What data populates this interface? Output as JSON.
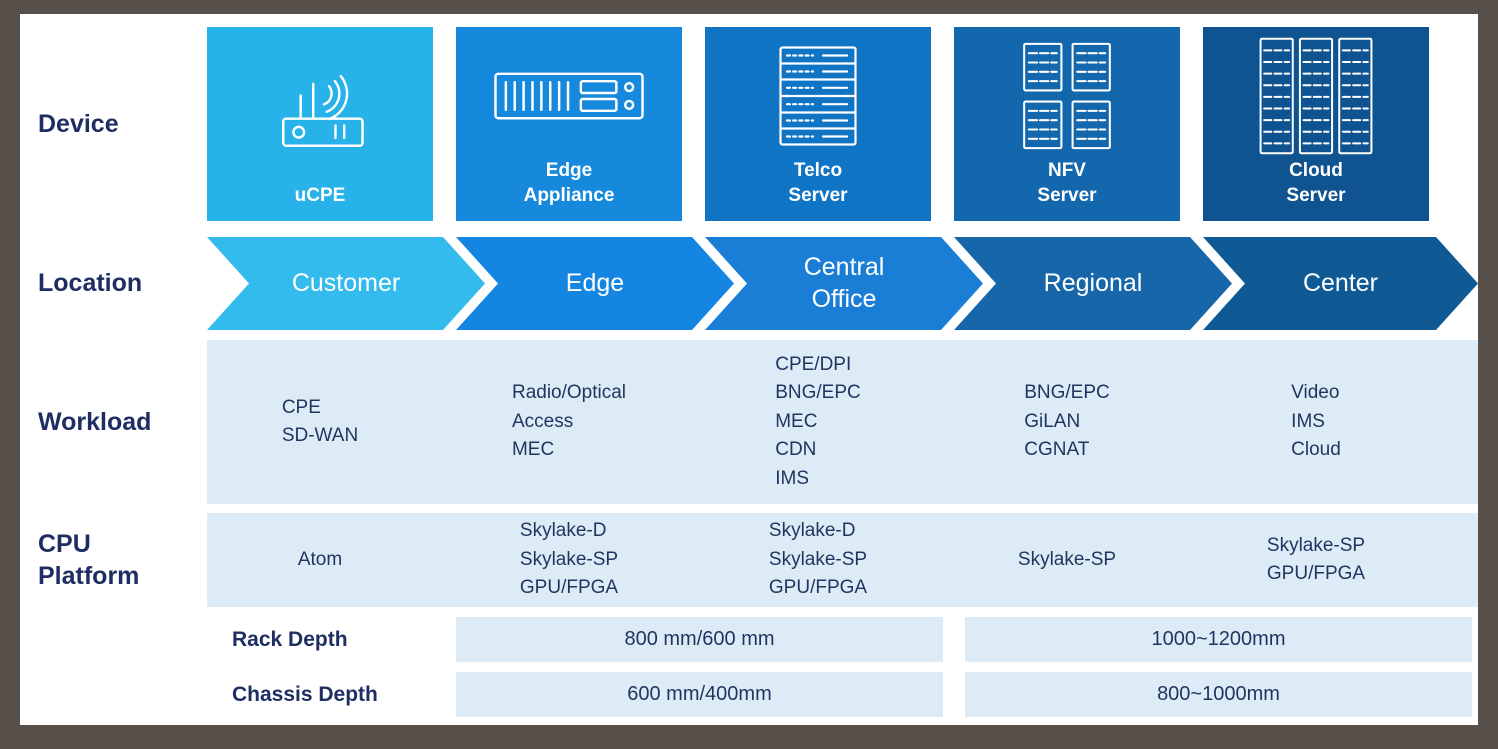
{
  "row_labels": {
    "device": "Device",
    "location": "Location",
    "workload": "Workload",
    "cpu": "CPU\nPlatform",
    "rack": "Rack Depth",
    "chassis": "Chassis Depth"
  },
  "devices": [
    {
      "label": "uCPE",
      "icon": "wifi-router-icon",
      "color": "#27b2e9"
    },
    {
      "label": "Edge\nAppliance",
      "icon": "edge-appliance-icon",
      "color": "#1689dd"
    },
    {
      "label": "Telco\nServer",
      "icon": "telco-server-icon",
      "color": "#0f74c4"
    },
    {
      "label": "NFV\nServer",
      "icon": "nfv-server-icon",
      "color": "#1367ad"
    },
    {
      "label": "Cloud\nServer",
      "icon": "cloud-server-icon",
      "color": "#0f5490"
    }
  ],
  "locations": [
    {
      "label": "Customer",
      "color": "#33bbee"
    },
    {
      "label": "Edge",
      "color": "#1585e2"
    },
    {
      "label": "Central\nOffice",
      "color": "#1a7ed6"
    },
    {
      "label": "Regional",
      "color": "#1766a9"
    },
    {
      "label": "Center",
      "color": "#0f5a94"
    }
  ],
  "workloads": [
    "CPE\nSD-WAN",
    "Radio/Optical\nAccess\nMEC",
    "CPE/DPI\nBNG/EPC\nMEC\nCDN\nIMS",
    "BNG/EPC\nGiLAN\nCGNAT",
    "Video\nIMS\nCloud"
  ],
  "cpu_platforms": [
    "Atom",
    "Skylake-D\nSkylake-SP\nGPU/FPGA",
    "Skylake-D\nSkylake-SP\nGPU/FPGA",
    "Skylake-SP",
    "Skylake-SP\nGPU/FPGA"
  ],
  "rack_depth": {
    "left_value": "800 mm/600 mm",
    "right_value": "1000~1200mm"
  },
  "chassis_depth": {
    "left_value": "600 mm/400mm",
    "right_value": "800~1000mm"
  },
  "theme": {
    "band_bg": "#dcebf5",
    "cell_bg": "#dcebf5",
    "label_color": "#1e2e63",
    "text_color": "#1f355f",
    "frame_color": "#57504a",
    "content_bg": "#ffffff"
  }
}
